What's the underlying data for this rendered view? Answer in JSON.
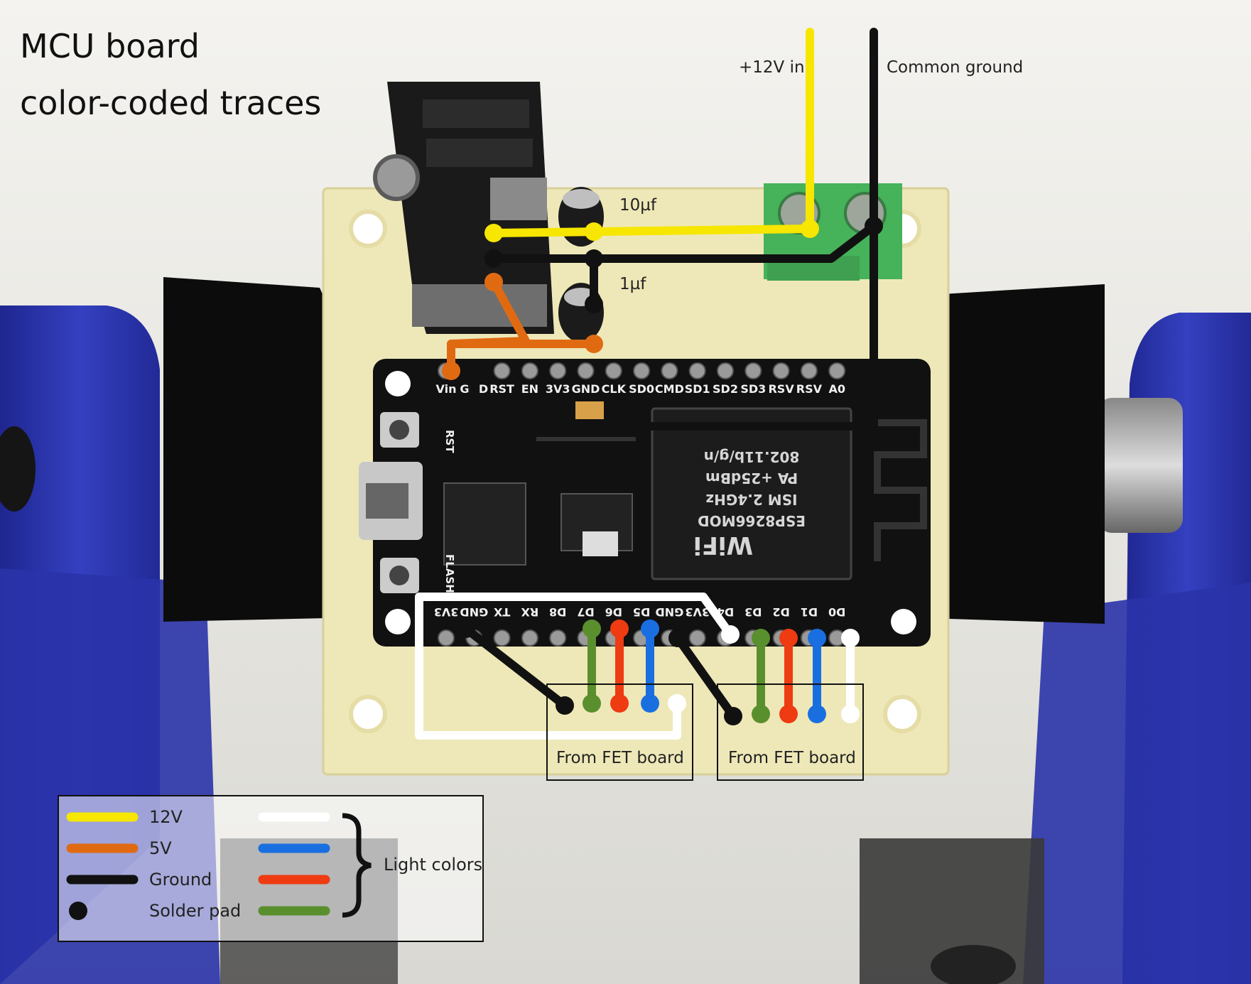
{
  "title": {
    "line1": "MCU board",
    "line2": "color-coded traces"
  },
  "colors": {
    "v12": "#f6e600",
    "v5": "#e06a12",
    "ground": "#111111",
    "light_white": "#ffffff",
    "light_blue": "#1a6fe0",
    "light_red": "#ee3b12",
    "light_green": "#5a8f2e",
    "pcb": "#eee8b8",
    "holder_blue": "#2d37b0",
    "terminal_green": "#46b25a"
  },
  "annotations": {
    "v12_in": "+12V in",
    "common_ground": "Common ground",
    "cap_10": "10µf",
    "cap_1": "1µf",
    "fet_board_left": "From FET board",
    "fet_board_right": "From FET board"
  },
  "silkscreen": {
    "top_pins": [
      "Vin",
      "GND",
      "RST",
      "EN",
      "3V3",
      "GND",
      "CLK",
      "SD0",
      "CMD",
      "SD1",
      "SD2",
      "SD3",
      "RSV",
      "RSV",
      "A0"
    ],
    "bottom_pins": [
      "3V3",
      "GND",
      "TX",
      "RX",
      "D8",
      "D7",
      "D6",
      "D5",
      "GND",
      "3V3",
      "D4",
      "D3",
      "D2",
      "D1",
      "D0"
    ],
    "button_rst": "RST",
    "button_flash": "FLASH",
    "module_lines": [
      "ESP8266MOD",
      "ISM 2.4GHz",
      "PA +25dBm",
      "802.11b/g/n"
    ],
    "wifi_logo": "WiFi"
  },
  "legend": {
    "items": [
      {
        "label": "12V",
        "color_key": "v12"
      },
      {
        "label": "5V",
        "color_key": "v5"
      },
      {
        "label": "Ground",
        "color_key": "ground"
      },
      {
        "label": "Solder pad",
        "color_key": "ground"
      }
    ],
    "light_colors_label": "Light colors",
    "light_swatches": [
      "light_white",
      "light_blue",
      "light_red",
      "light_green"
    ]
  }
}
